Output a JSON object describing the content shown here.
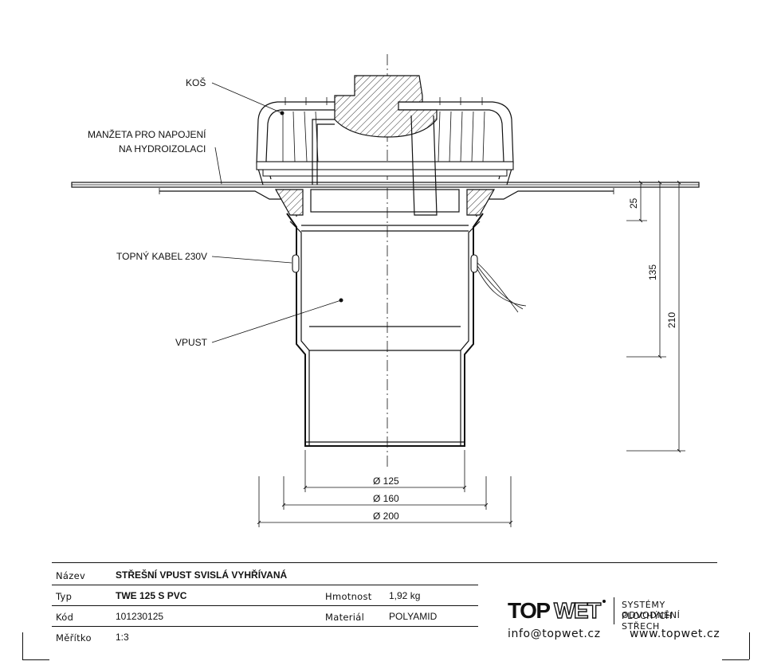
{
  "drawing": {
    "labels": {
      "basket": "KOŠ",
      "cuff_line1": "MANŽETA PRO NAPOJENÍ",
      "cuff_line2": "NA HYDROIZOLACI",
      "cable": "TOPNÝ KABEL 230V",
      "outlet": "VPUST"
    },
    "dimensions": {
      "d125": "Ø 125",
      "d160": "Ø 160",
      "d200": "Ø 200",
      "h25": "25",
      "h135": "135",
      "h210": "210"
    }
  },
  "titleblock": {
    "name_key": "Název",
    "name_val": "STŘEŠNÍ VPUST SVISLÁ VYHŘÍVANÁ",
    "type_key": "Typ",
    "type_val": "TWE 125 S PVC",
    "weight_key": "Hmotnost",
    "weight_val": "1,92 kg",
    "code_key": "Kód",
    "code_val": "101230125",
    "material_key": "Materiál",
    "material_val": "POLYAMID",
    "scale_key": "Měřítko",
    "scale_val": "1:3"
  },
  "brand": {
    "logo_part1": "TOP",
    "logo_part2": "WET",
    "slogan_line1": "SYSTÉMY ODVODNĚNÍ",
    "slogan_line2": "PLOCHÝCH STŘECH",
    "email": "info@topwet.cz",
    "web": "www.topwet.cz"
  }
}
